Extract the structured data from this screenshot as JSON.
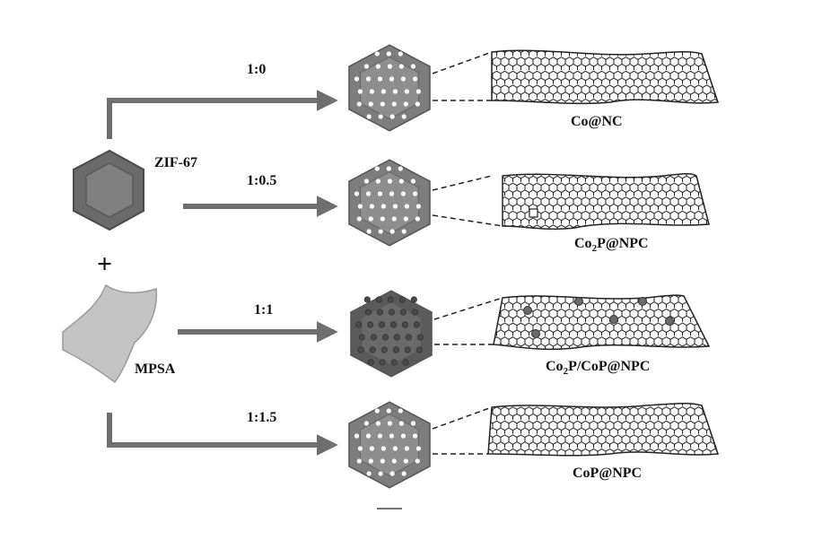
{
  "precursor": {
    "label": "ZIF-67"
  },
  "plus_sign": "+",
  "additive": {
    "label": "MPSA"
  },
  "ratios": [
    "1:0",
    "1:0.5",
    "1:1",
    "1:1.5"
  ],
  "products": [
    {
      "main": "Co@NC"
    },
    {
      "pre": "Co",
      "sub": "2",
      "post": "P@NPC"
    },
    {
      "pre": "Co",
      "sub": "2",
      "post": "P/CoP@NPC"
    },
    {
      "main": "CoP@NPC"
    }
  ],
  "colors": {
    "arrow": "#6f6f6f",
    "particle": "#7d7d7d",
    "particle_dark": "#5a5a5a",
    "sheet_line": "#222222",
    "mpsa": "#c4c4c4"
  },
  "icons": [
    "zif67-crystal-icon",
    "mpsa-sheet-icon",
    "carbon-polyhedron-icon",
    "graphene-sheet-icon"
  ]
}
